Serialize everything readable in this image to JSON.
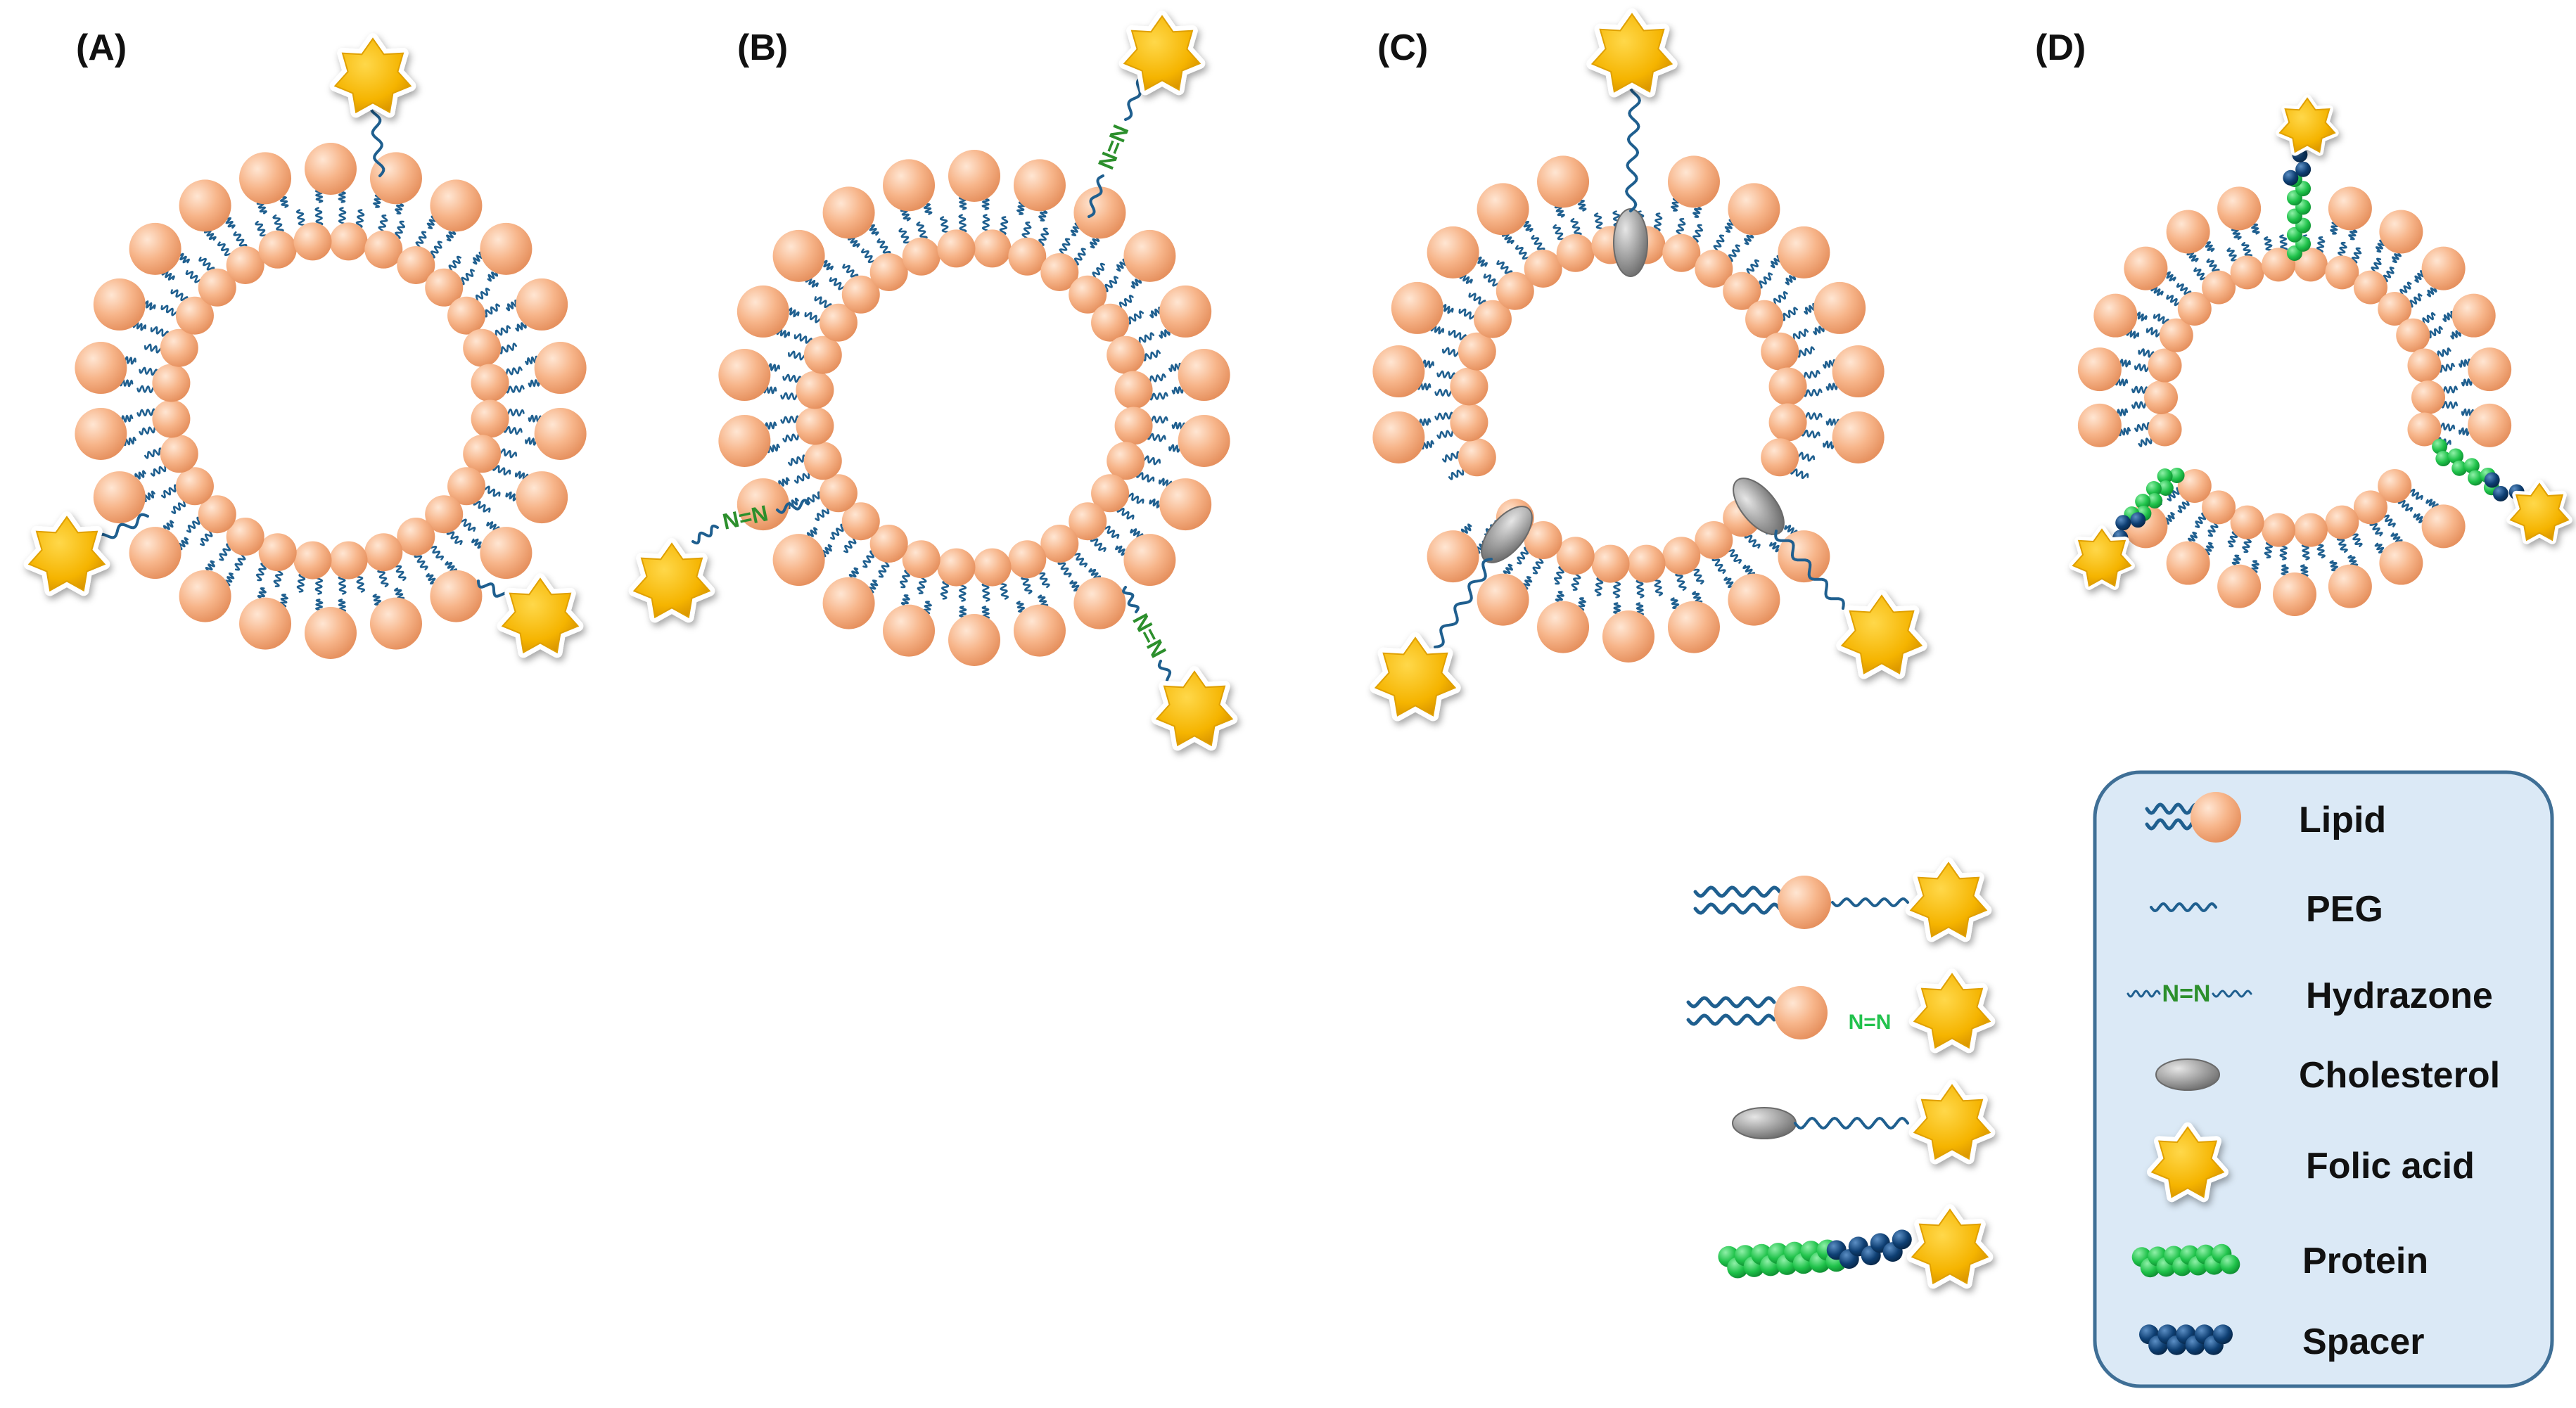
{
  "panels": [
    {
      "id": "A",
      "label": "(A)"
    },
    {
      "id": "B",
      "label": "(B)"
    },
    {
      "id": "C",
      "label": "(C)"
    },
    {
      "id": "D",
      "label": "(D)"
    }
  ],
  "hydrazone_symbol": "N=N",
  "legend": {
    "items": [
      {
        "key": "lipid",
        "label": "Lipid"
      },
      {
        "key": "peg",
        "label": "PEG"
      },
      {
        "key": "hydrazone",
        "label": "Hydrazone"
      },
      {
        "key": "cholesterol",
        "label": "Cholesterol"
      },
      {
        "key": "folic_acid",
        "label": "Folic acid"
      },
      {
        "key": "protein",
        "label": "Protein"
      },
      {
        "key": "spacer",
        "label": "Spacer"
      }
    ]
  },
  "colors": {
    "lipid_head": "#f7b58a",
    "tail": "#1f5f8f",
    "hydrazone": "#2c8f2c",
    "hydrazone_light": "#22c24d",
    "cholesterol": "#9a9a9a",
    "folate": "#f5b800",
    "protein": "#1fc24a",
    "spacer": "#0e3f73",
    "legend_bg": "#dbe9f6",
    "legend_border": "#3f6f96"
  }
}
